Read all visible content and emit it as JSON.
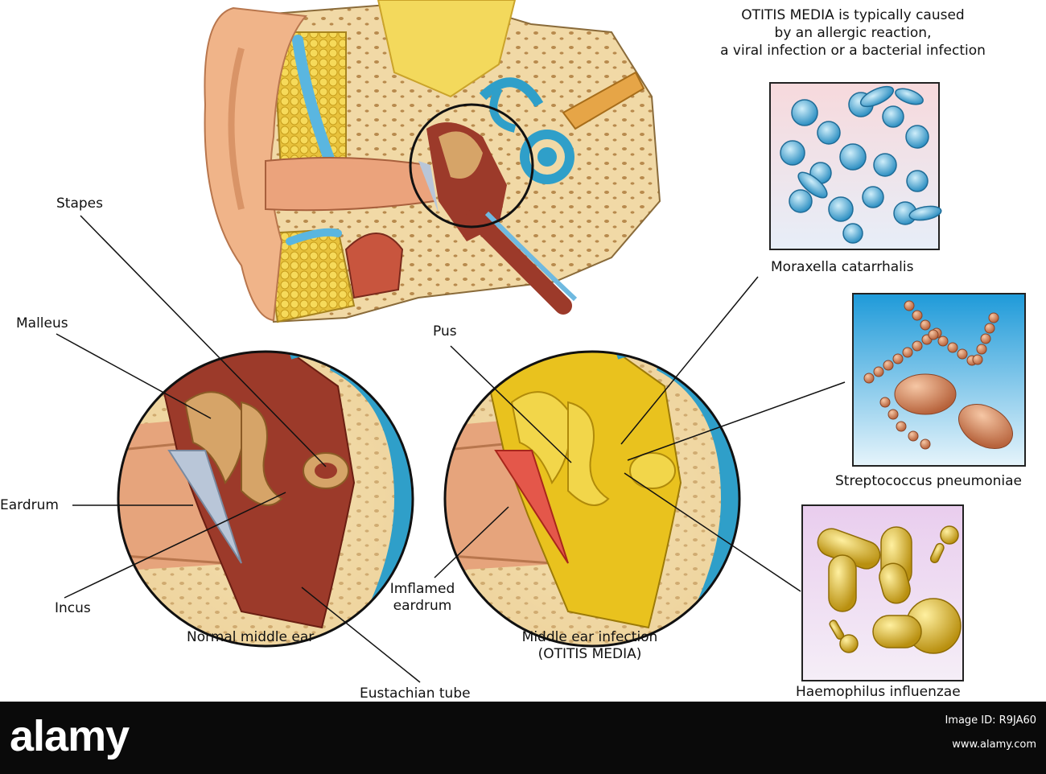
{
  "title": {
    "line1": "OTITIS MEDIA is typically caused",
    "line2": "by an allergic reaction,",
    "line3": "a viral infection or a bacterial infection"
  },
  "labels": {
    "stapes": "Stapes",
    "malleus": "Malleus",
    "eardrum": "Eardrum",
    "incus": "Incus",
    "normal_caption": "Normal middle ear",
    "eustachian": "Eustachian tube",
    "pus": "Pus",
    "inflamed_line1": "Imflamed",
    "inflamed_line2": "eardrum",
    "infection_caption_line1": "Middle ear infection",
    "infection_caption_line2": "(OTITIS MEDIA)"
  },
  "bacteria": [
    {
      "name": "Moraxella catarrhalis"
    },
    {
      "name": "Streptococcus pneumoniae"
    },
    {
      "name": "Haemophilus influenzae"
    }
  ],
  "footer": {
    "logo": "alamy",
    "image_id_label": "Image ID: R9JA60",
    "url": "www.alamy.com"
  },
  "colors": {
    "bone": "#f1d9a6",
    "cavity": "#9c3a2a",
    "ossicle": "#d6a468",
    "pus": "#e9c21e",
    "inflamed": "#e4574a",
    "eardrum": "#b9c6d8",
    "cochlea": "#2f9fc9",
    "skin": "#f0b489",
    "moraxella_bg": "#f0c9cc",
    "strep_bg": "#2ea7df",
    "haemo_bg": "#e7d3ec"
  }
}
